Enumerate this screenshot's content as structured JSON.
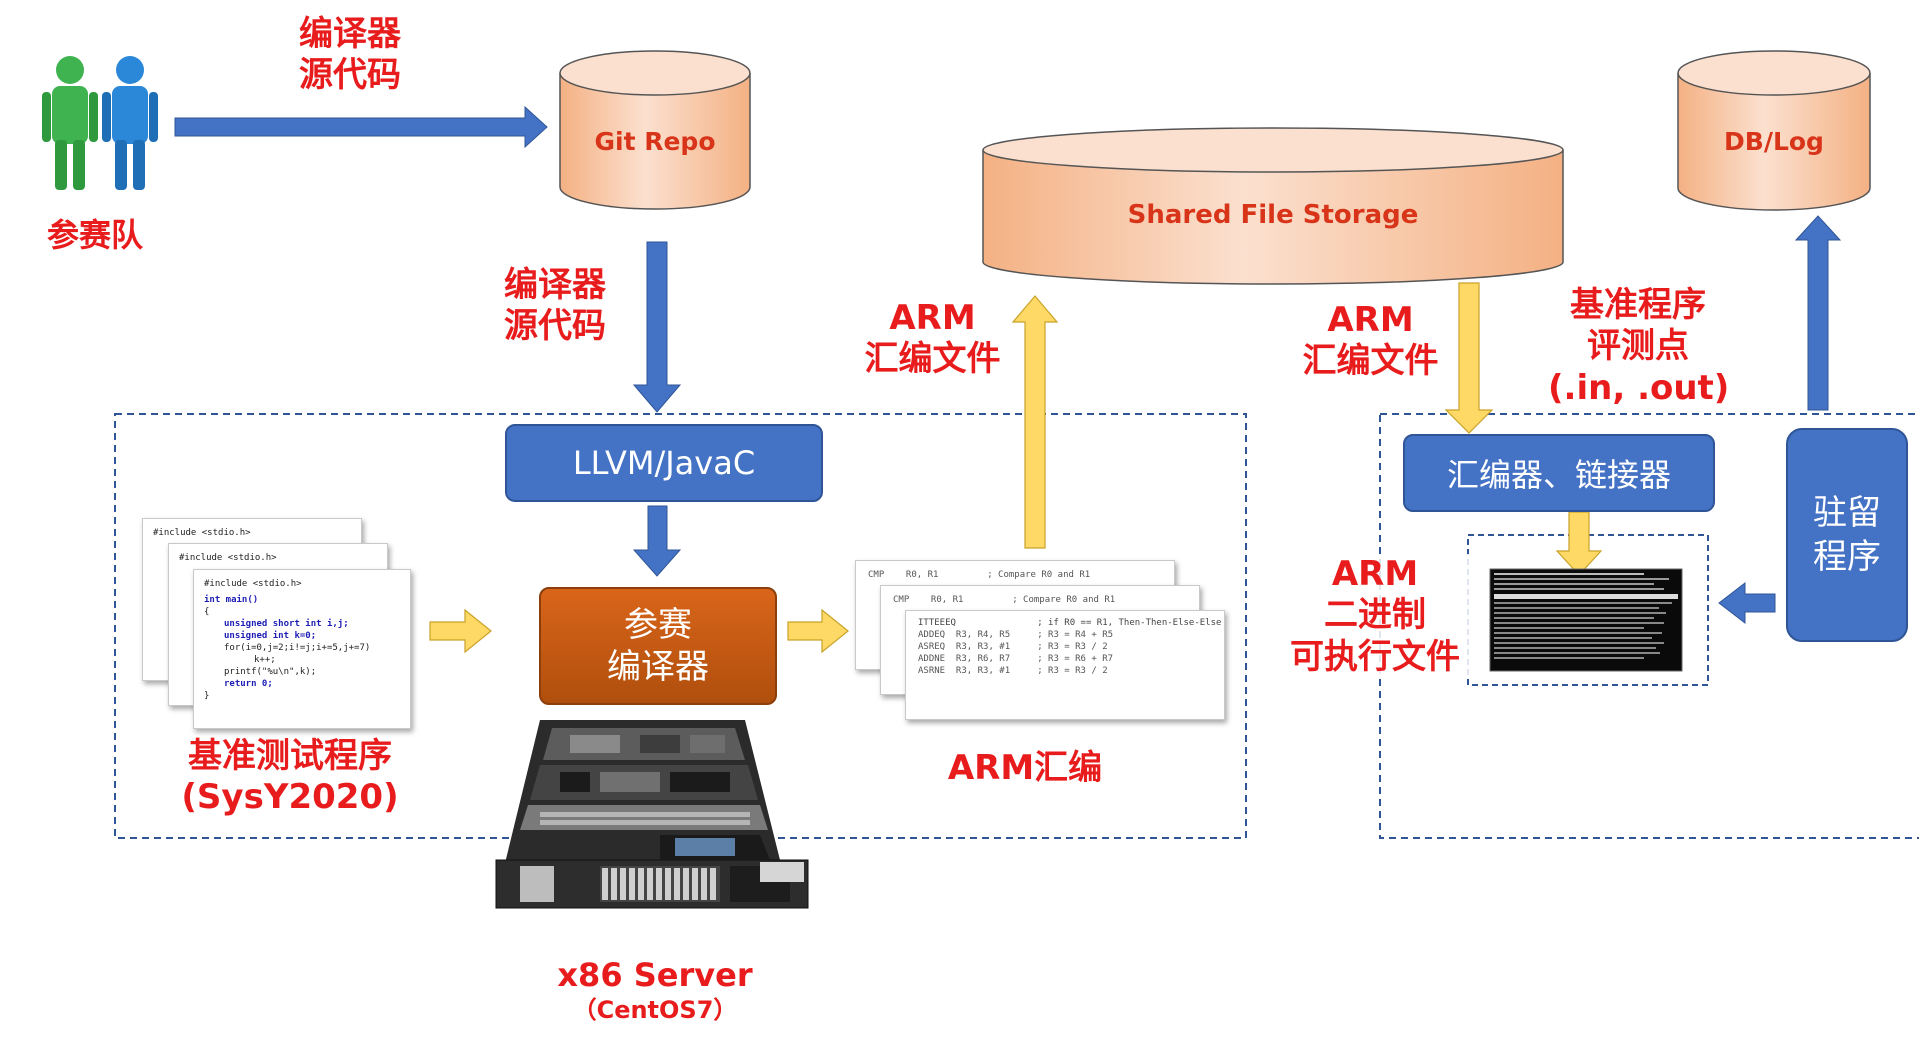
{
  "team": {
    "label": "参赛队"
  },
  "team_to_repo": {
    "line1": "编译器",
    "line2": "源代码"
  },
  "repo_to_compiler": {
    "line1": "编译器",
    "line2": "源代码"
  },
  "git_repo": {
    "label": "Git Repo"
  },
  "shared_storage": {
    "label": "Shared File Storage"
  },
  "db_log": {
    "label": "DB/Log"
  },
  "llvm_box": {
    "label": "LLVM/JavaC"
  },
  "team_compiler": {
    "line1": "参赛",
    "line2": "编译器"
  },
  "benchmark": {
    "line1": "基准测试程序",
    "line2": "(SysY2020)"
  },
  "arm_asm": {
    "label": "ARM汇编"
  },
  "arm_to_storage": {
    "line1": "ARM",
    "line2": "汇编文件"
  },
  "storage_to_arm": {
    "line1": "ARM",
    "line2": "汇编文件"
  },
  "benchmark_io": {
    "line1": "基准程序",
    "line2": "评测点",
    "line3": "(.in, .out)"
  },
  "assembler_box": {
    "label": "汇编器、链接器"
  },
  "daemon_box": {
    "line1": "驻留",
    "line2": "程序"
  },
  "arm_binary": {
    "line1": "ARM",
    "line2": "二进制",
    "line3": "可执行文件"
  },
  "server": {
    "line1": "x86 Server",
    "line2": "（CentOS7）"
  },
  "source_code": {
    "include": "#include <stdio.h>",
    "main": "int main()",
    "brace_open": "{",
    "decl1": "unsigned short int i,j;",
    "decl2": "unsigned int k=0;",
    "loop": "for(i=0,j=2;i!=j;i+=5,j+=7)",
    "body": "k++;",
    "print": "printf(\"%u\\n\",k);",
    "ret": "return 0;",
    "brace_close": "}"
  },
  "asm_code": {
    "l1": "CMP    R0, R1         ; Compare R0 and R1",
    "l2": "ITTEEEQ               ; if R0 == R1, Then-Then-Else-Else",
    "l3": "ADDEQ  R3, R4, R5     ; R3 = R4 + R5",
    "l4": "ASREQ  R3, R3, #1     ; R3 = R3 / 2",
    "l5": "ADDNE  R3, R6, R7     ; R3 = R6 + R7",
    "l6": "ASRNE  R3, R3, #1     ; R3 = R3 / 2"
  },
  "colors": {
    "accent_red": "#e81c1c",
    "box_blue": "#4472c4",
    "compiler_orange": "#c55a11",
    "cylinder_fill": "#f8cbad",
    "arrow_yellow": "#ffd966"
  }
}
